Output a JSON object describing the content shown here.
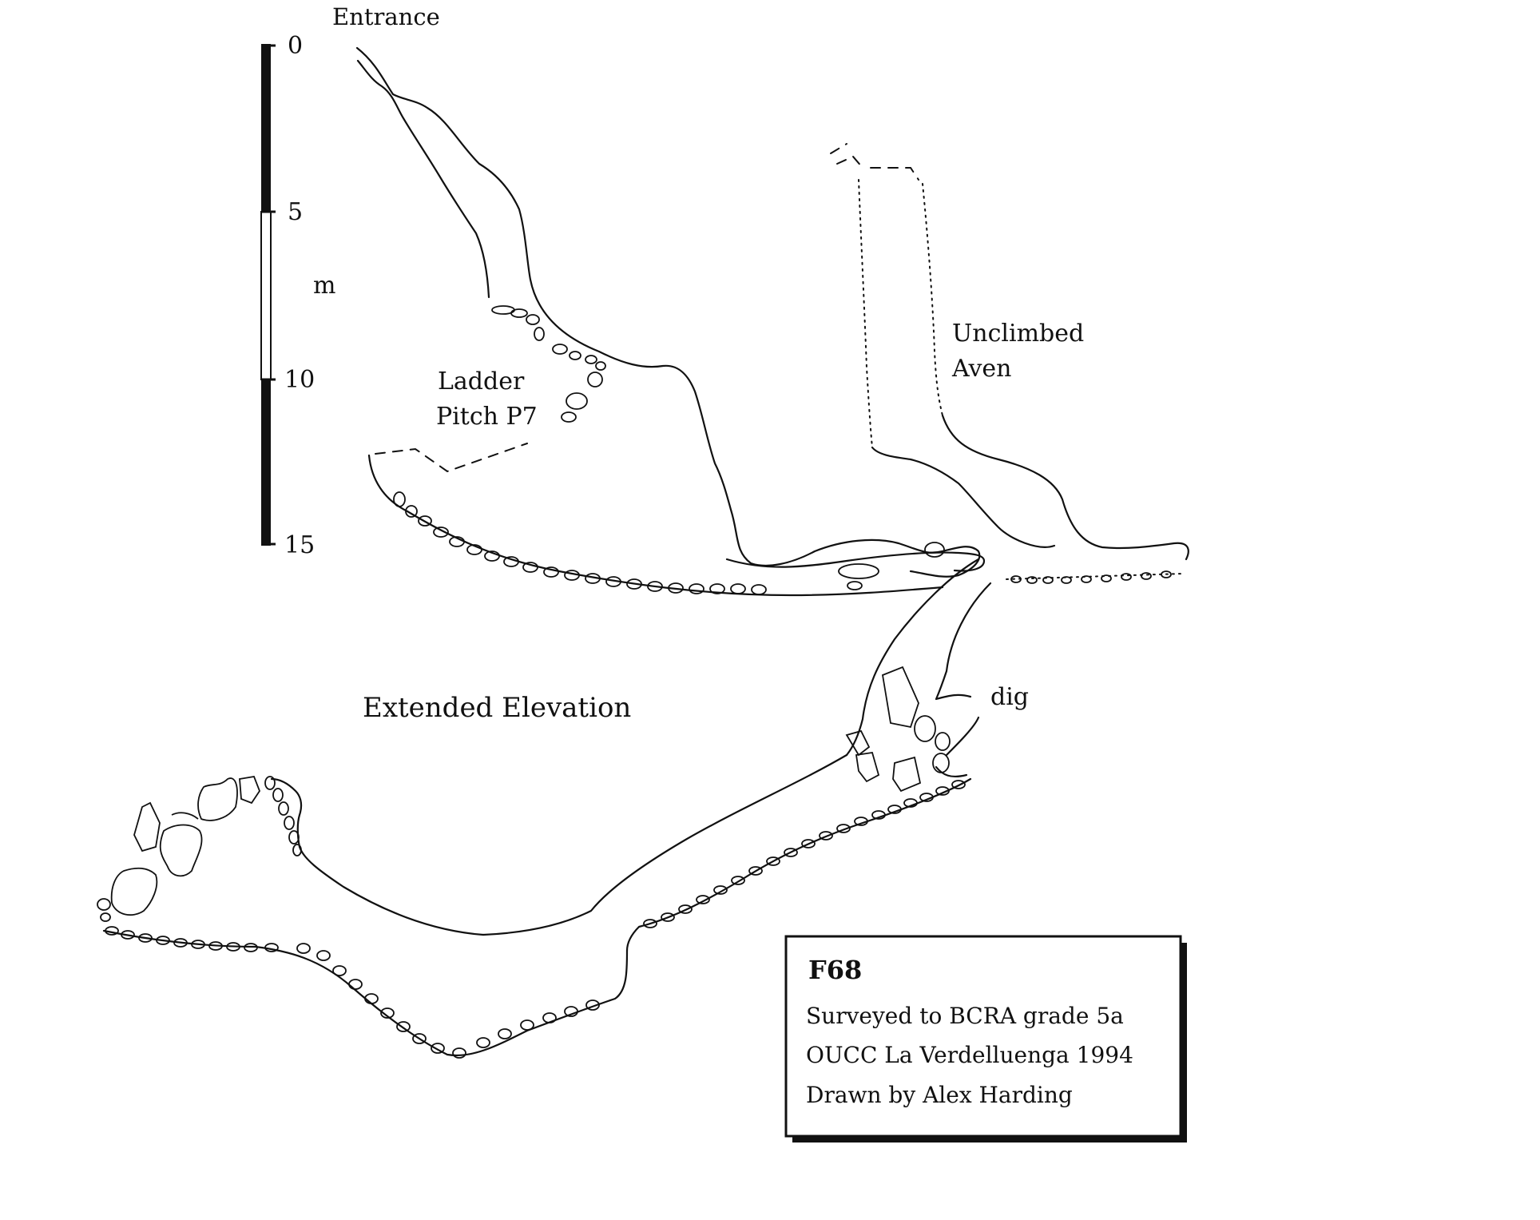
{
  "survey": {
    "scale_bar": {
      "unit": "m",
      "ticks": [
        "0",
        "5",
        "10",
        "15"
      ],
      "max": 15
    },
    "labels": {
      "entrance": "Entrance",
      "unclimbed_line1": "Unclimbed",
      "unclimbed_line2": "Aven",
      "ladder_line1": "Ladder",
      "ladder_line2": "Pitch P7",
      "dig": "dig",
      "view_title": "Extended Elevation"
    },
    "info_box": {
      "cave_id": "F68",
      "line1": "Surveyed to BCRA grade 5a",
      "line2": "OUCC La Verdelluenga 1994",
      "line3": "Drawn by Alex Harding"
    },
    "colors": {
      "ink": "#111111",
      "paper": "#ffffff"
    }
  }
}
